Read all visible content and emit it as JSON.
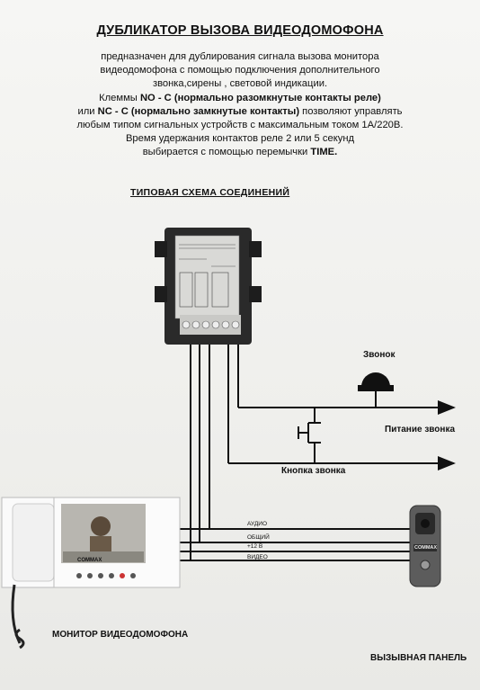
{
  "header": {
    "title": "ДУБЛИКАТОР ВЫЗОВА ВИДЕОДОМОФОНА"
  },
  "description": {
    "line1": "предназначен для дублирования сигнала вызова монитора",
    "line2": "видеодомофона  с помощью подключения дополнительного",
    "line3": "звонка,сирены , световой индикации.",
    "line4a": "Клеммы ",
    "line4b": "NO - C (нормально разомкнутые контакты реле)",
    "line5a": "или  ",
    "line5b": "NC - C (нормально замкнутые контакты)",
    "line5c": " позволяют управлять",
    "line6": "любым типом сигнальных устройств с максимальным током 1А/220В.",
    "line7": "Время удержания контактов реле 2 или 5 секунд",
    "line8a": "выбирается с помощью перемычки  ",
    "line8b": "TIME."
  },
  "schema": {
    "title": "ТИПОВАЯ  СХЕМА СОЕДИНЕНИЙ",
    "bell_label": "Звонок",
    "bell_power_label": "Питание звонка",
    "bell_button_label": "Кнопка звонка",
    "monitor_label": "МОНИТОР ВИДЕОДОМОФОНА",
    "panel_label": "ВЫЗЫВНАЯ ПАНЕЛЬ",
    "wires": {
      "audio": "АУДИО",
      "common": "ОБЩИЙ",
      "plus12": "+12 В",
      "video": "ВИДЕО"
    },
    "monitor_brand": "COMMAX",
    "panel_brand": "COMMAX"
  }
}
